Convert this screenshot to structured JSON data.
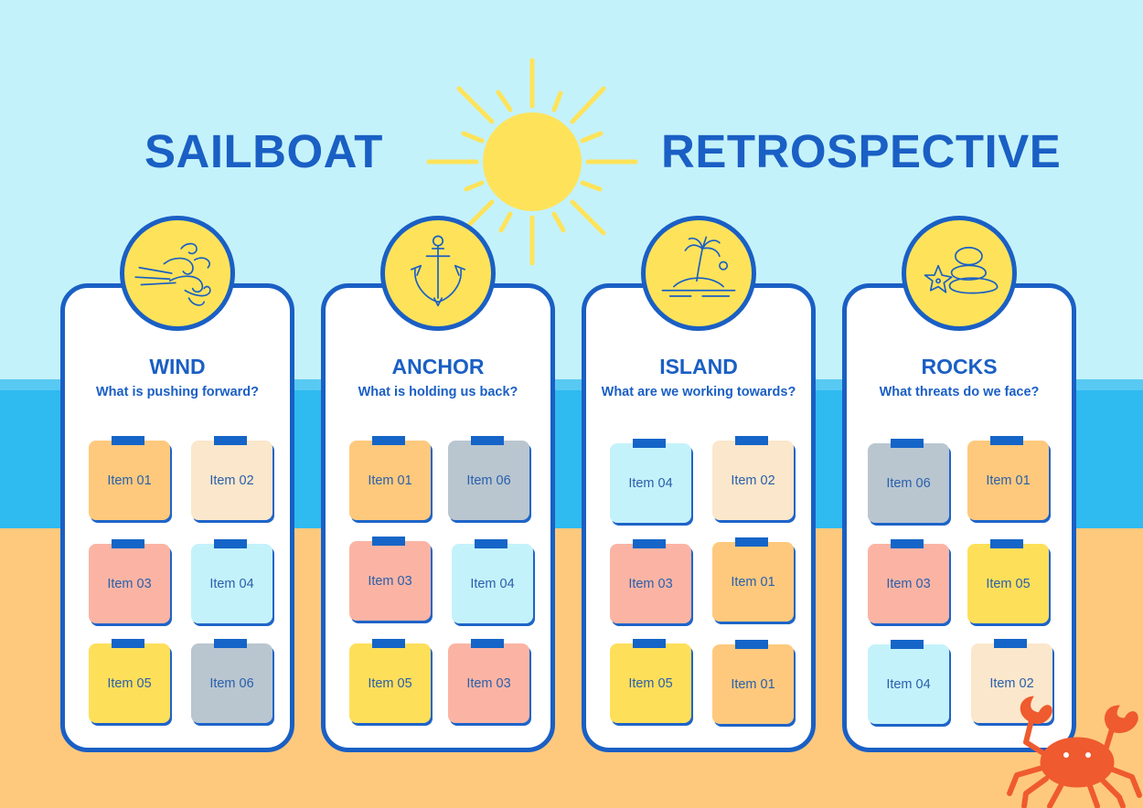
{
  "title": {
    "left": "SAILBOAT",
    "right": "RETROSPECTIVE"
  },
  "colors": {
    "sky": "#c4f2fb",
    "sea": "#2fbaf0",
    "sand": "#fec97d",
    "primary": "#1a5fc4",
    "badge": "#fee35a",
    "sun": "#fee35a",
    "crab": "#ef5a2e"
  },
  "columns": [
    {
      "title": "WIND",
      "subtitle": "What is pushing forward?",
      "icon": "wind-icon",
      "notes": [
        {
          "label": "Item 01",
          "color": "#fec97d"
        },
        {
          "label": "Item 02",
          "color": "#fbe7cb"
        },
        {
          "label": "Item 03",
          "color": "#fbb4a4"
        },
        {
          "label": "Item 04",
          "color": "#c4f2fb"
        },
        {
          "label": "Item 05",
          "color": "#fedf5a"
        },
        {
          "label": "Item 06",
          "color": "#b9c6d0"
        }
      ]
    },
    {
      "title": "ANCHOR",
      "subtitle": "What is holding us back?",
      "icon": "anchor-icon",
      "notes": [
        {
          "label": "Item 01",
          "color": "#fec97d"
        },
        {
          "label": "Item 06",
          "color": "#b9c6d0"
        },
        {
          "label": "Item 03",
          "color": "#fbb4a4"
        },
        {
          "label": "Item 04",
          "color": "#c4f2fb"
        },
        {
          "label": "Item 05",
          "color": "#fedf5a"
        },
        {
          "label": "Item 03",
          "color": "#fbb4a4"
        }
      ]
    },
    {
      "title": "ISLAND",
      "subtitle": "What are we working towards?",
      "icon": "island-icon",
      "notes": [
        {
          "label": "Item 04",
          "color": "#c4f2fb"
        },
        {
          "label": "Item 02",
          "color": "#fbe7cb"
        },
        {
          "label": "Item 03",
          "color": "#fbb4a4"
        },
        {
          "label": "Item 01",
          "color": "#fec97d"
        },
        {
          "label": "Item 05",
          "color": "#fedf5a"
        },
        {
          "label": "Item 01",
          "color": "#fec97d"
        }
      ]
    },
    {
      "title": "ROCKS",
      "subtitle": "What threats do we face?",
      "icon": "rocks-icon",
      "notes": [
        {
          "label": "Item 06",
          "color": "#b9c6d0"
        },
        {
          "label": "Item 01",
          "color": "#fec97d"
        },
        {
          "label": "Item 03",
          "color": "#fbb4a4"
        },
        {
          "label": "Item 05",
          "color": "#fedf5a"
        },
        {
          "label": "Item 04",
          "color": "#c4f2fb"
        },
        {
          "label": "Item 02",
          "color": "#fbe7cb"
        }
      ]
    }
  ]
}
